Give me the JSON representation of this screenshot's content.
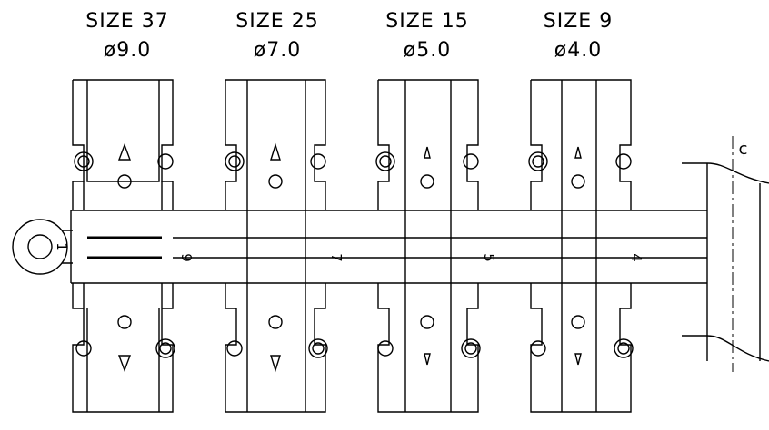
{
  "diagram": {
    "modules": [
      {
        "size_label": "SIZE 37",
        "diameter_label": "ø9.0",
        "stamp": "9"
      },
      {
        "size_label": "SIZE 25",
        "diameter_label": "ø7.0",
        "stamp": "7"
      },
      {
        "size_label": "SIZE 15",
        "diameter_label": "ø5.0",
        "stamp": "5"
      },
      {
        "size_label": "SIZE 9",
        "diameter_label": "ø4.0",
        "stamp": "4"
      }
    ],
    "centerline_symbol": "¢",
    "ring_mark": "1"
  }
}
